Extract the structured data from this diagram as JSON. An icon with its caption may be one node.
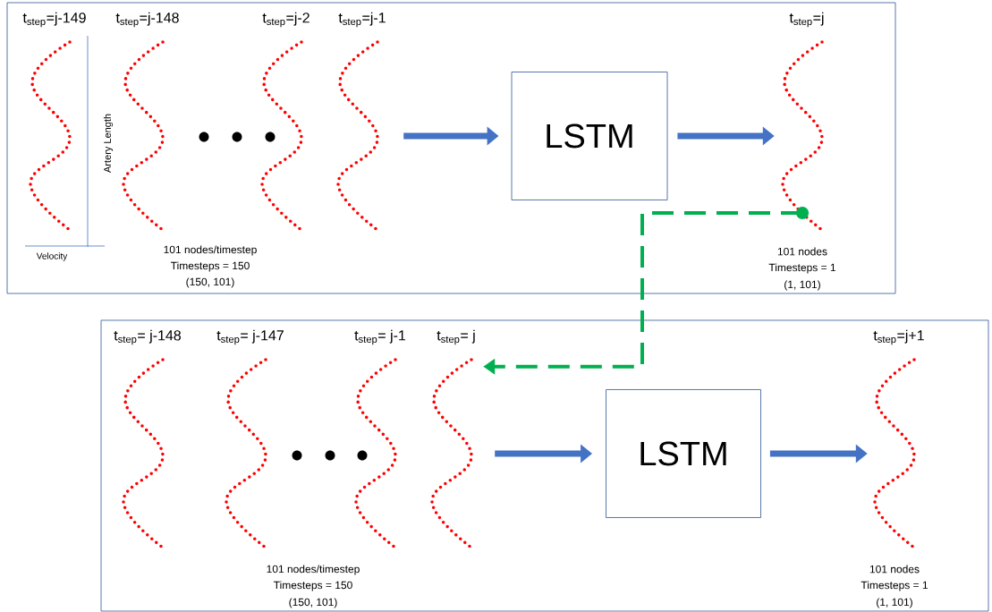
{
  "diagram": {
    "nodes": [
      {
        "text": [],
        "shape": "box"
      },
      {
        "text": [],
        "shape": "box"
      },
      {
        "text": [
          "t$_{step}$=j-149"
        ],
        "in": 0
      },
      {
        "text": [
          "t$_{step}$=j-148"
        ],
        "in": 0
      },
      {
        "text": [
          "t$_{step}$=j-2"
        ],
        "in": 0
      },
      {
        "text": [
          "t$_{step}$=j-1"
        ],
        "in": 0
      },
      {
        "text": [
          "LSTM"
        ],
        "in": 0
      },
      {
        "text": [
          "t$_{step}$=j"
        ],
        "in": 0,
        "beside": [
          "101 nodes",
          "Timesteps = 1",
          "(1, 101)"
        ]
      },
      {
        "text": [
          "t$_{step}$= j-148"
        ],
        "in": 1
      },
      {
        "text": [
          "t$_{step}$= j-147"
        ],
        "in": 1
      },
      {
        "text": [
          "t$_{step}$= j-1"
        ],
        "in": 1
      },
      {
        "text": [
          "t$_{step}$= j"
        ],
        "in": 1
      },
      {
        "text": [
          "LSTM"
        ],
        "in": 1
      },
      {
        "text": [
          "t$_{step}$=j+1"
        ],
        "in": 1,
        "beside": [
          "101 nodes",
          "Timesteps = 1",
          "(1, 101)"
        ]
      }
    ],
    "edges": [
      {
        "from": 5,
        "to": 6,
        "arrow": "to"
      },
      {
        "from": 6,
        "to": 7,
        "arrow": "to"
      },
      {
        "from": 7,
        "to": 11,
        "arrow": "to",
        "style": "dashed",
        "color": "#00b050"
      },
      {
        "from": 11,
        "to": 12,
        "arrow": "to"
      },
      {
        "from": 12,
        "to": 13,
        "arrow": "to"
      }
    ],
    "labels": [
      "Artery Length",
      "Velocity",
      "101 nodes/timestep",
      "Timesteps = 150",
      "(150, 101)",
      "101 nodes/timestep",
      "Timesteps = 150",
      "(150, 101)"
    ]
  }
}
